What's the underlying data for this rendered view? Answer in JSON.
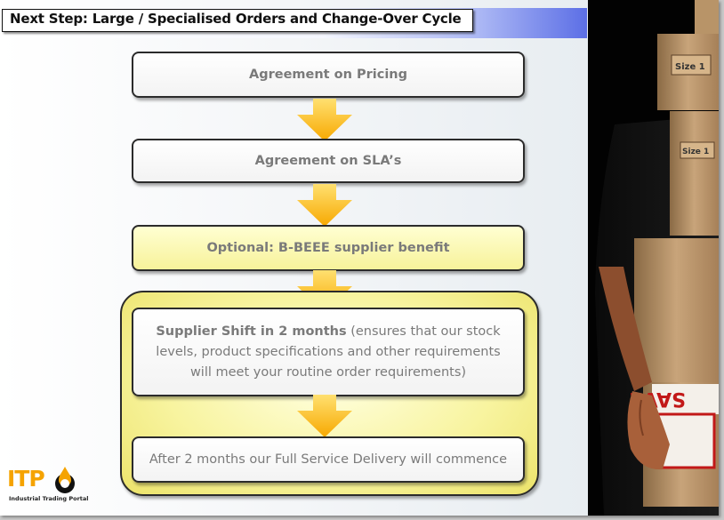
{
  "title": "Next Step: Large / Specialised Orders and Change-Over Cycle",
  "steps": {
    "pricing": "Agreement on Pricing",
    "sla": "Agreement on SLA’s",
    "bbeee": "Optional: B-BEEE supplier benefit",
    "shift_bold": "Supplier Shift in 2 months",
    "shift_rest": " (ensures that our stock levels, product specifications  and other requirements will meet your routine order requirements)",
    "delivery": "After 2 months our Full Service Delivery will commence"
  },
  "logo": {
    "name": "ITP",
    "tagline": "Industrial Trading Portal"
  },
  "photo": {
    "box_label_top": "Size 1",
    "box_label_mid": "Size 1",
    "tape_text": "SAVE"
  },
  "colors": {
    "arrow": "#f7b500",
    "highlight": "#f7f29a",
    "title_accent": "#5c6fe6"
  }
}
